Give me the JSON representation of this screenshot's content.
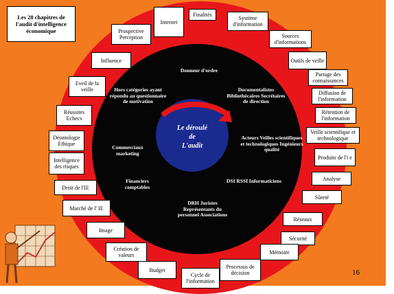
{
  "title": "Les 28 chapitres de l'audit d'intelligence économique",
  "center": {
    "line1": "Le déroulé",
    "line2": "de",
    "line3": "L'audit"
  },
  "inner_labels": {
    "donneur": "Donneur d'ordre",
    "hors": "Hors catégories ayant répondu au questionnaire de motivation",
    "documentalistes": "Documentalistes Bibliothécaires Secrétaires de direction",
    "acteurs": "Acteurs Veilles scientifiques et technologiques Ingénieurs qualité",
    "commerciaux": "Commerciaux marketing",
    "financiers": "Financiers comptables",
    "dsi": "DSI RSSI Informaticiens",
    "drh": "DRH Juristes Représentants du personnel Associations"
  },
  "chapters": {
    "finalites": "Finalités",
    "systeme": "Système d'information",
    "sources": "Sources d'informations",
    "outils": "Outils de veille",
    "partage": "Partage des connaissances",
    "diffusion": "Diffusion de l'information",
    "retention": "Rétention de l'information",
    "veille_sci": "Veille scientifique et technologique",
    "produits": "Produits de l'i e",
    "analyse": "Analyse",
    "surete": "Sûreté",
    "reseaux": "Réseaux",
    "securite": "Sécurité",
    "memoire": "Mémoire",
    "processus": "Processus de décision",
    "cycle": "Cycle de l'information",
    "budget": "Budget",
    "creation": "Création de valeurs",
    "image": "Image",
    "marche": "Marché de l' IE",
    "droit": "Droit de l'IE",
    "intelligence_risques": "Intelligence des risques",
    "deontologie": "Déontologie Ethique",
    "reussites": "Réussites Echecs",
    "eveil": "Eveil de la veille",
    "influence": "Influence",
    "prospective": "Prospective Perception",
    "internet": "Internet"
  },
  "page_number": "16",
  "colors": {
    "orange": "#f47a1f",
    "red": "#e8161b",
    "black": "#050505",
    "blue": "#1b2a8f",
    "arrow": "#e8161b"
  }
}
